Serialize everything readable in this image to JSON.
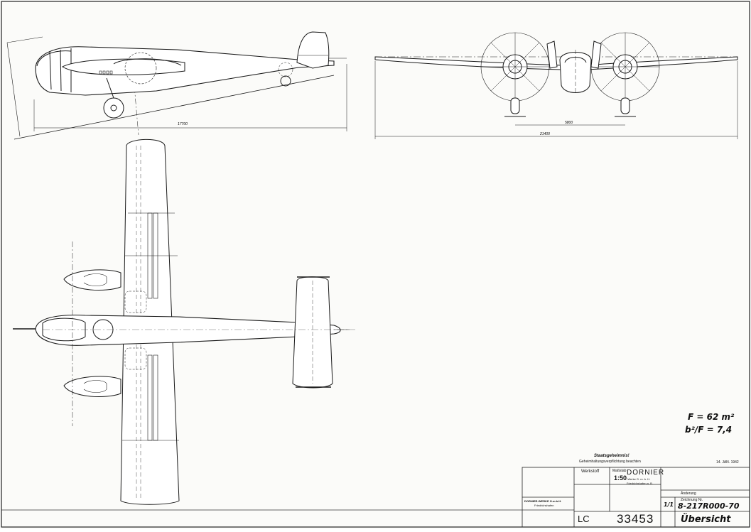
{
  "dimensions": {
    "side_length": "17700",
    "front_track": "5800",
    "span": "21400"
  },
  "specs": {
    "area": "F = 62 m²",
    "aspect": "b²/F = 7,4"
  },
  "title_block": {
    "secret_title": "Staatsgeheimnis!",
    "secret_note": "Geheimhaltungsverpflichtung beachten",
    "date_stamp": "14. JAN. 1942",
    "werkstoff_label": "Werkstoff",
    "massstab_label": "Maßstab",
    "scale": "1:50",
    "company": "DORNIER",
    "company_line1": "-Werke G. m. b. H.",
    "company_line2": "Friedrichshafen a. B.",
    "owner": "DORNIER-WERKE G.m.b.H.",
    "owner_sub": "Friedrichshafen",
    "sheet_ref": "1/1",
    "drawing_no_label": "Zeichnung Nr.",
    "drawing_no": "8-217R000-70",
    "archive_prefix": "LC",
    "archive_no": "33453",
    "description": "Übersicht",
    "aenderung_label": "Änderung"
  }
}
